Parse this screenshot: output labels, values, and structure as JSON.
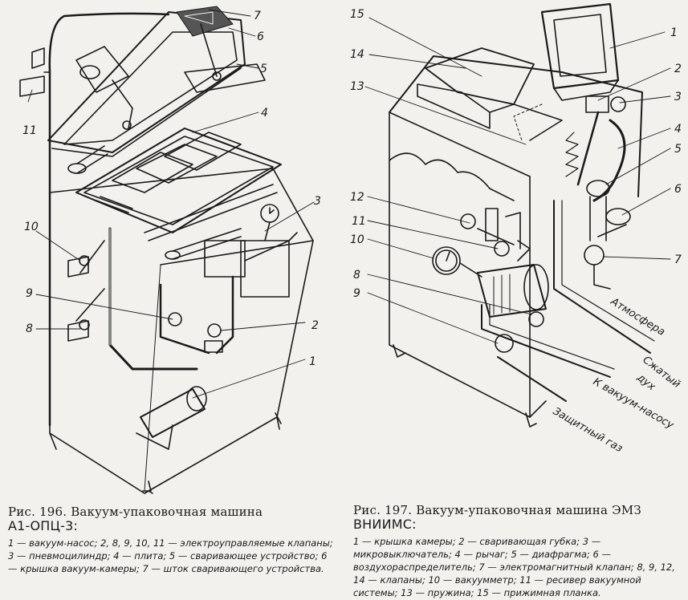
{
  "figure196": {
    "caption_title": "Рис. 196. Вакуум-упаковочная машина",
    "caption_model": "А1-ОПЦ-3:",
    "legend": "1 — вакуум-насос; 2, 8, 9, 10, 11 — электроуправляемые клапаны; 3 — пневмоцилиндр; 4 — плита; 5 — сваривающее устройство; 6 — крышка вакуум-камеры; 7 — шток сваривающего устройства.",
    "labels": [
      "1",
      "2",
      "3",
      "4",
      "5",
      "6",
      "7",
      "8",
      "9",
      "10",
      "11"
    ]
  },
  "figure197": {
    "caption_title": "Рис. 197. Вакуум-упаковочная машина ЭМЗ",
    "caption_model": "ВНИИМС:",
    "legend": "1 — крышка камеры; 2 — сваривающая губка; 3 — микровыключатель; 4 — рычаг; 5 — диафрагма; 6 — воздухораспределитель; 7 — электромагнитный клапан; 8, 9, 12, 14 — клапаны; 10 — вакуумметр; 11 — ресивер вакуумной системы; 13 — пружина; 15 — прижимная планка.",
    "labels": [
      "1",
      "2",
      "3",
      "4",
      "5",
      "6",
      "7",
      "8",
      "9",
      "10",
      "11",
      "12",
      "13",
      "14",
      "15"
    ],
    "pipe_labels": {
      "atmosphere": "Атмосфера",
      "compressed_air_1": "Сжатый",
      "compressed_air_2": "дух",
      "vacuum_pump": "К вакуум-насосу",
      "protective_gas": "Защитный газ"
    }
  }
}
